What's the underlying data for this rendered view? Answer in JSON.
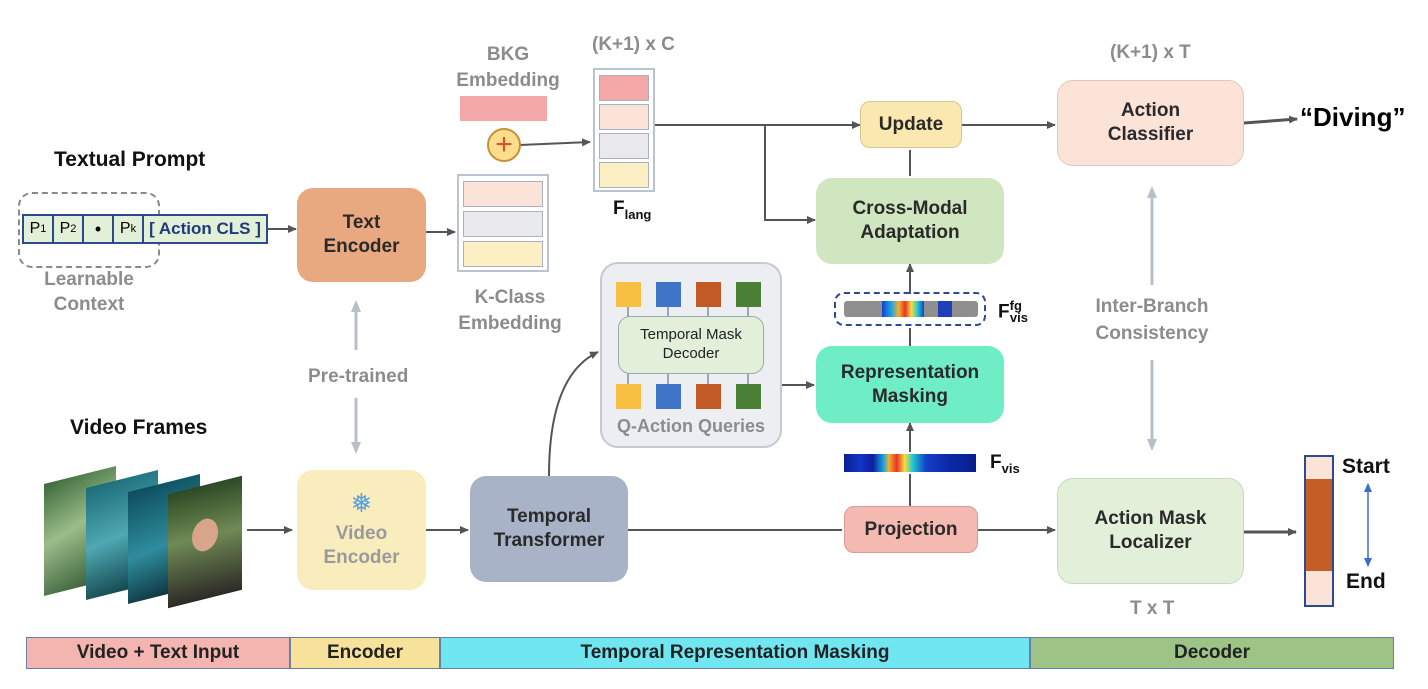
{
  "titles": {
    "textual_prompt": "Textual Prompt",
    "video_frames": "Video Frames"
  },
  "prompt": {
    "tokens": [
      "P1",
      "P2",
      "•",
      "Pk"
    ],
    "action_cls": "[ Action CLS ]",
    "learnable_context": "Learnable\nContext"
  },
  "boxes": {
    "text_encoder": "Text\nEncoder",
    "video_encoder": "Video\nEncoder",
    "temporal_transformer": "Temporal\nTransformer",
    "temporal_mask_decoder": "Temporal Mask\nDecoder",
    "q_action_queries": "Q-Action Queries",
    "representation_masking": "Representation\nMasking",
    "cross_modal_adaptation": "Cross-Modal\nAdaptation",
    "update": "Update",
    "projection": "Projection",
    "action_classifier": "Action\nClassifier",
    "action_mask_localizer": "Action Mask\nLocalizer"
  },
  "labels": {
    "bkg_embedding": "BKG\nEmbedding",
    "k_class_embedding": "K-Class\nEmbedding",
    "k1_x_c": "(K+1) x C",
    "k1_x_t": "(K+1) x T",
    "f_lang": "F",
    "f_lang_sub": "lang",
    "f_vis": "F",
    "f_vis_sub": "vis",
    "f_fg_vis": "F",
    "f_fg_sup": "fg",
    "f_fg_sub": "vis",
    "pre_trained": "Pre-trained",
    "inter_branch": "Inter-Branch\nConsistency",
    "diving": "“Diving”",
    "t_x_t": "T x T",
    "start": "Start",
    "end": "End",
    "plus": "+",
    "snowflake": "❅"
  },
  "legend": [
    {
      "label": "Video + Text Input",
      "color": "#f4b5b0"
    },
    {
      "label": "Encoder",
      "color": "#f7e29c"
    },
    {
      "label": "Temporal Representation Masking",
      "color": "#6fe6f0"
    },
    {
      "label": "Decoder",
      "color": "#9dc387"
    }
  ],
  "colors": {
    "text_encoder": "#e8a880",
    "video_encoder": "#faedbd",
    "temporal_transformer": "#a9b3c7",
    "representation_masking": "#6fedc4",
    "cross_modal": "#cfe6c0",
    "update": "#fbe8b0",
    "projection": "#f4b9b0",
    "action_classifier": "#fbe3d8",
    "action_mask_localizer": "#e2f0d9",
    "query_colors": [
      "#f7c043",
      "#3f74c9",
      "#c25a25",
      "#4a7f36"
    ]
  }
}
